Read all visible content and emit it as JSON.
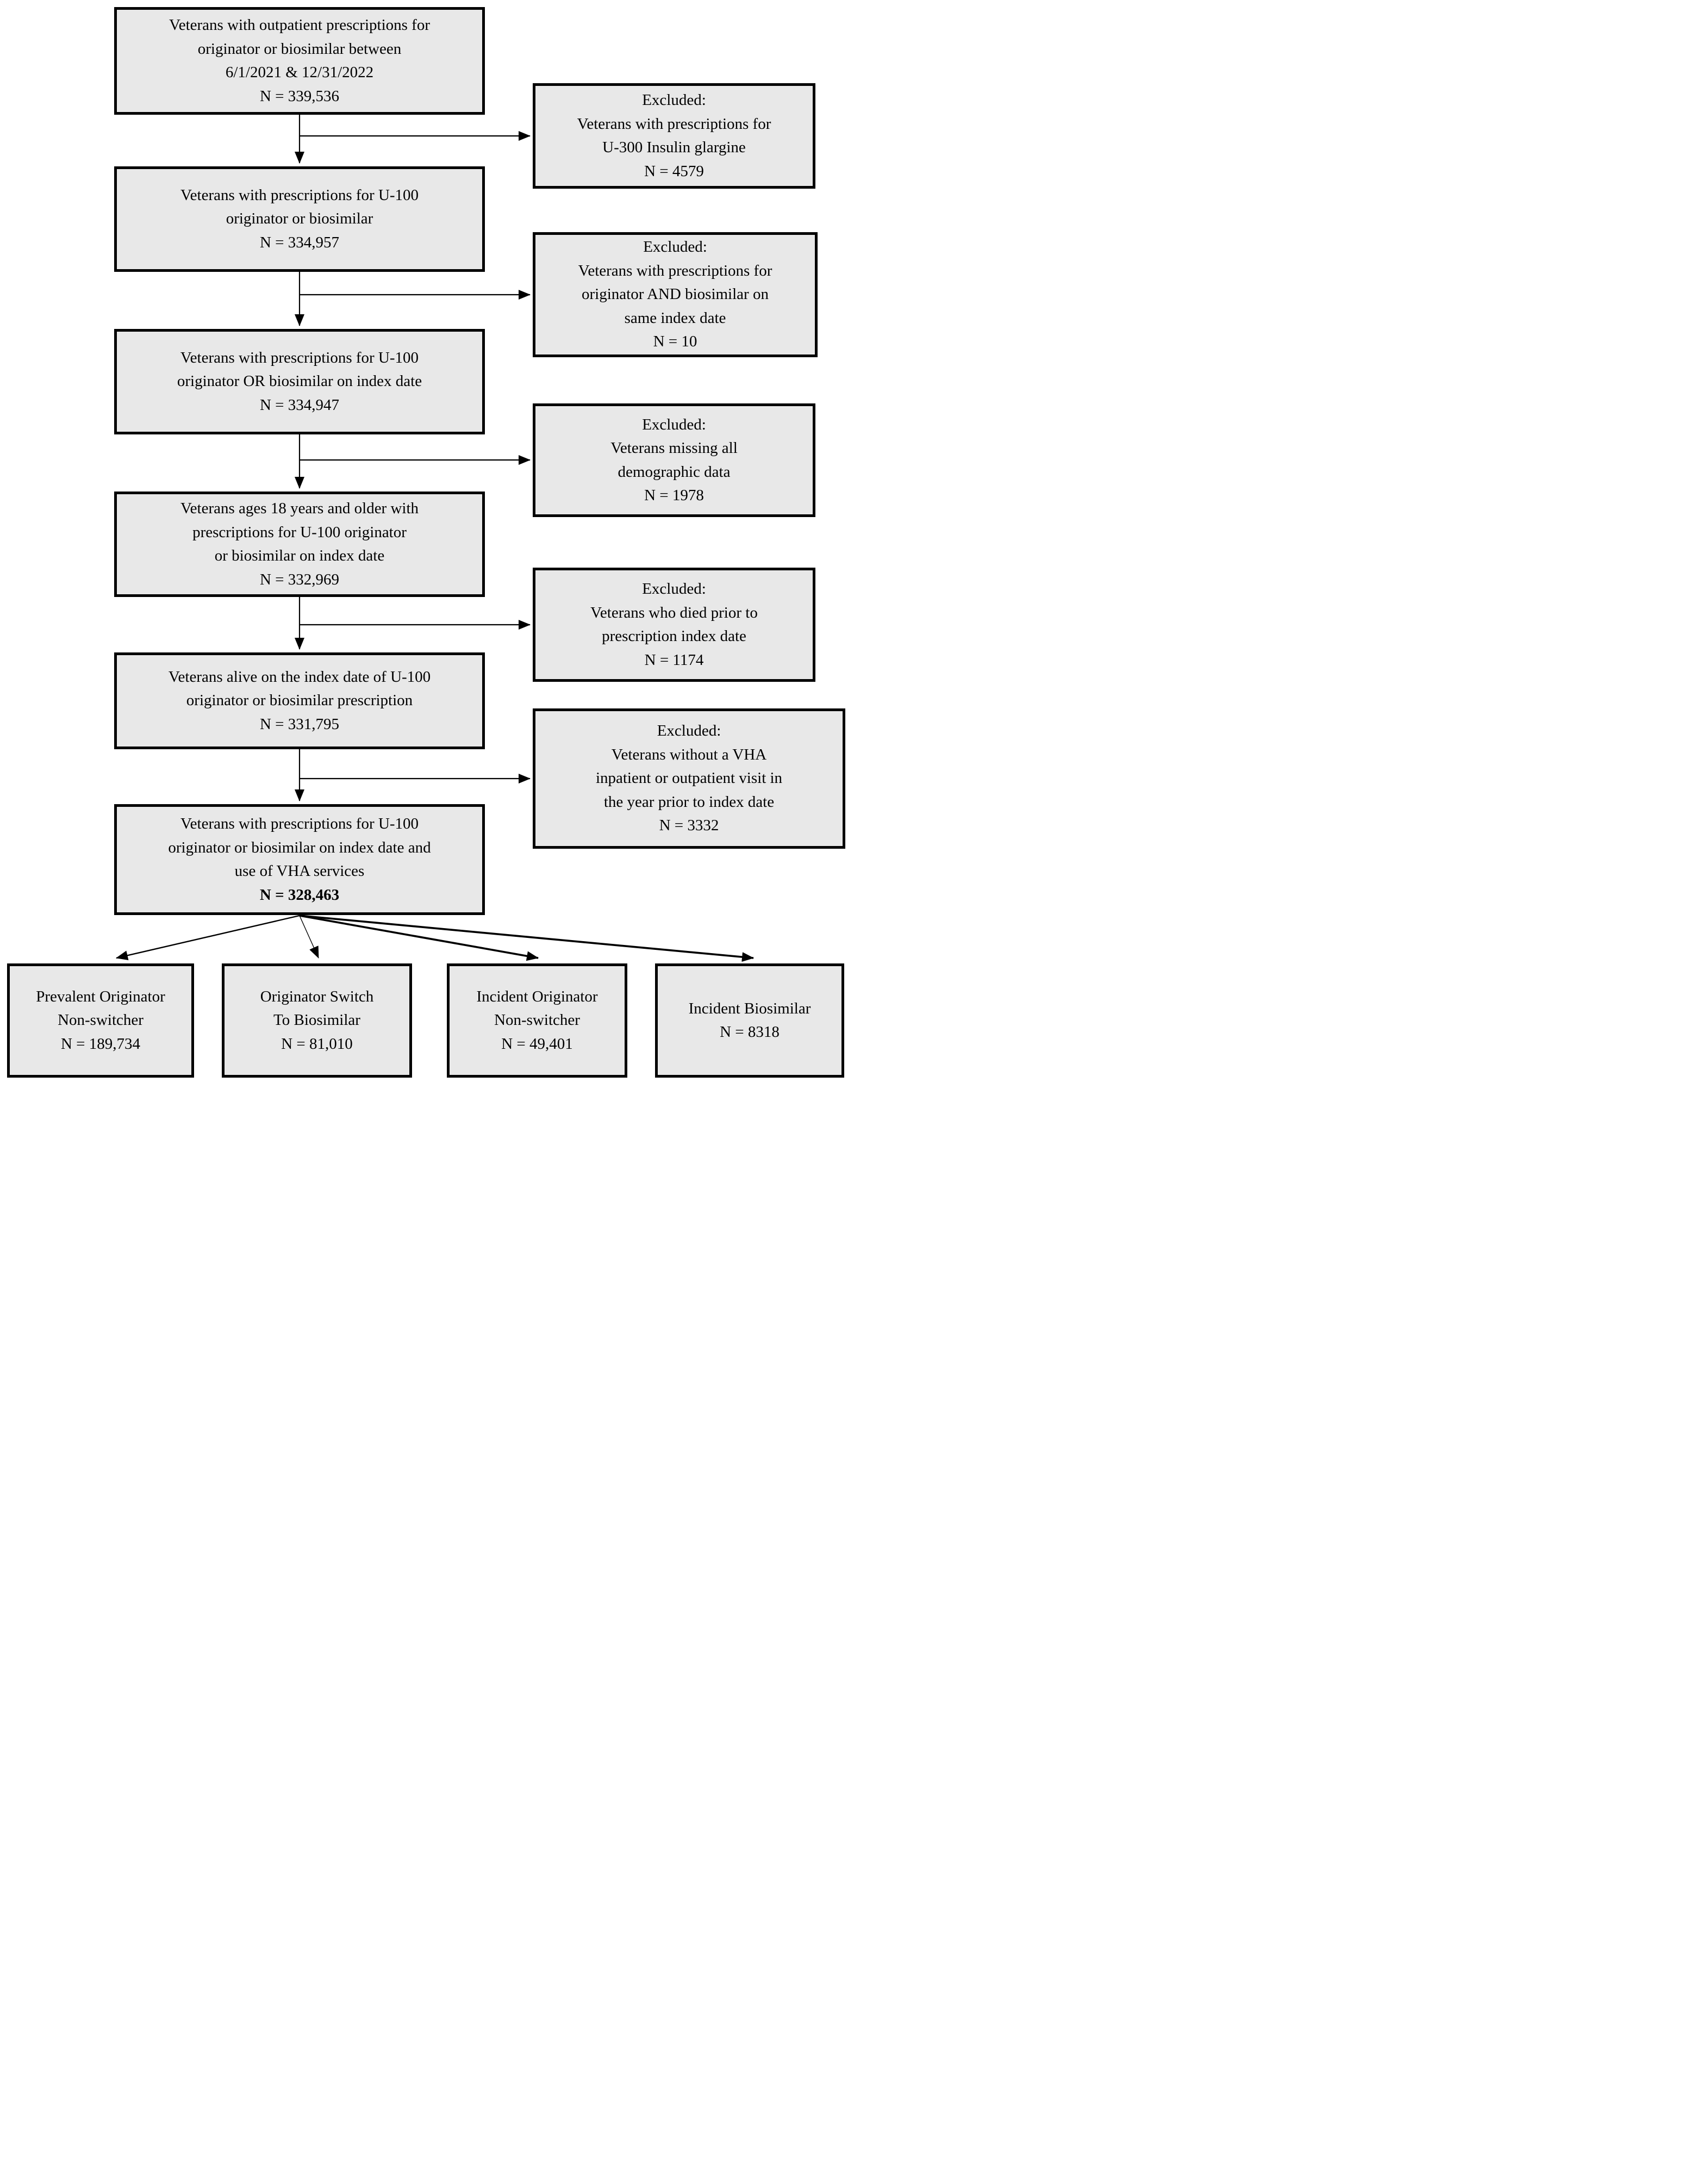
{
  "style": {
    "box_fill": "#e8e8e8",
    "box_border": "#000000",
    "text_color": "#000000",
    "arrow_color": "#000000",
    "page_background": "#ffffff"
  },
  "flow": {
    "main_boxes": [
      {
        "body": "Veterans with outpatient prescriptions for\noriginator or biosimilar between\n6/1/2021 & 12/31/2022",
        "n": "N = 339,536"
      },
      {
        "body": "Veterans with prescriptions for U-100\noriginator or biosimilar",
        "n": "N = 334,957"
      },
      {
        "body": "Veterans with prescriptions for U-100\noriginator OR biosimilar on index date",
        "n": "N = 334,947"
      },
      {
        "body": "Veterans ages 18 years and older with\nprescriptions for U-100 originator\nor biosimilar on index date",
        "n": "N = 332,969"
      },
      {
        "body": "Veterans alive on the index date of U-100\noriginator or biosimilar prescription",
        "n": "N  =  331,795"
      },
      {
        "body": "Veterans with prescriptions for U-100\noriginator or biosimilar on index date and\nuse of VHA services",
        "n": "N  =  328,463"
      }
    ],
    "excluded_boxes": [
      {
        "body": "Excluded:\nVeterans with prescriptions for\nU-300 Insulin glargine",
        "n": "N = 4579"
      },
      {
        "body": "Excluded:\nVeterans with prescriptions for\noriginator AND biosimilar on\nsame index date",
        "n": "N = 10"
      },
      {
        "body": "Excluded:\nVeterans missing all\ndemographic data",
        "n": "N = 1978"
      },
      {
        "body": "Excluded:\nVeterans who died prior to\nprescription index date",
        "n": "N = 1174"
      },
      {
        "body": "Excluded:\nVeterans without a VHA\ninpatient or outpatient visit in\nthe year prior to index date",
        "n": "N  =  3332"
      }
    ],
    "outcome_boxes": [
      {
        "body": "Prevalent Originator\nNon-switcher",
        "n": "N  =  189,734"
      },
      {
        "body": "Originator Switch\nTo Biosimilar",
        "n": "N = 81,010"
      },
      {
        "body": "Incident Originator\nNon-switcher",
        "n": "N = 49,401"
      },
      {
        "body": "Incident Biosimilar",
        "n": "N = 8318"
      }
    ]
  }
}
